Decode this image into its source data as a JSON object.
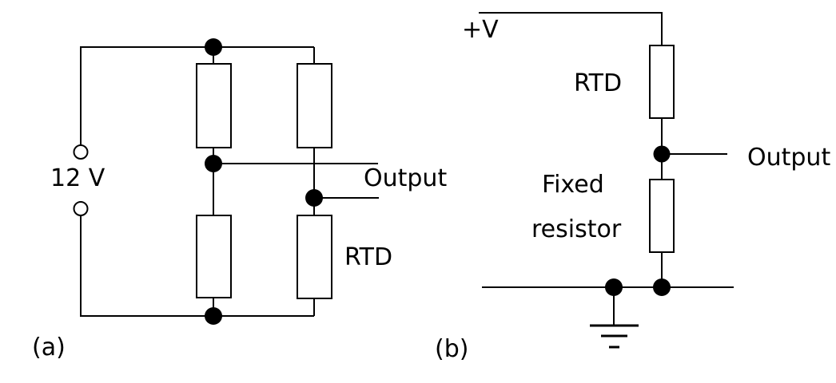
{
  "colors": {
    "line": "#000000",
    "background": "#ffffff",
    "node_fill": "#000000",
    "resistor_fill": "#ffffff"
  },
  "panel_a": {
    "caption": "(a)",
    "supply_label": "12 V",
    "output_label": "Output",
    "rtd_label": "RTD"
  },
  "panel_b": {
    "caption": "(b)",
    "supply_label": "+V",
    "rtd_label": "RTD",
    "output_label": "Output",
    "fixed_resistor_label": [
      "Fixed",
      "resistor"
    ]
  }
}
